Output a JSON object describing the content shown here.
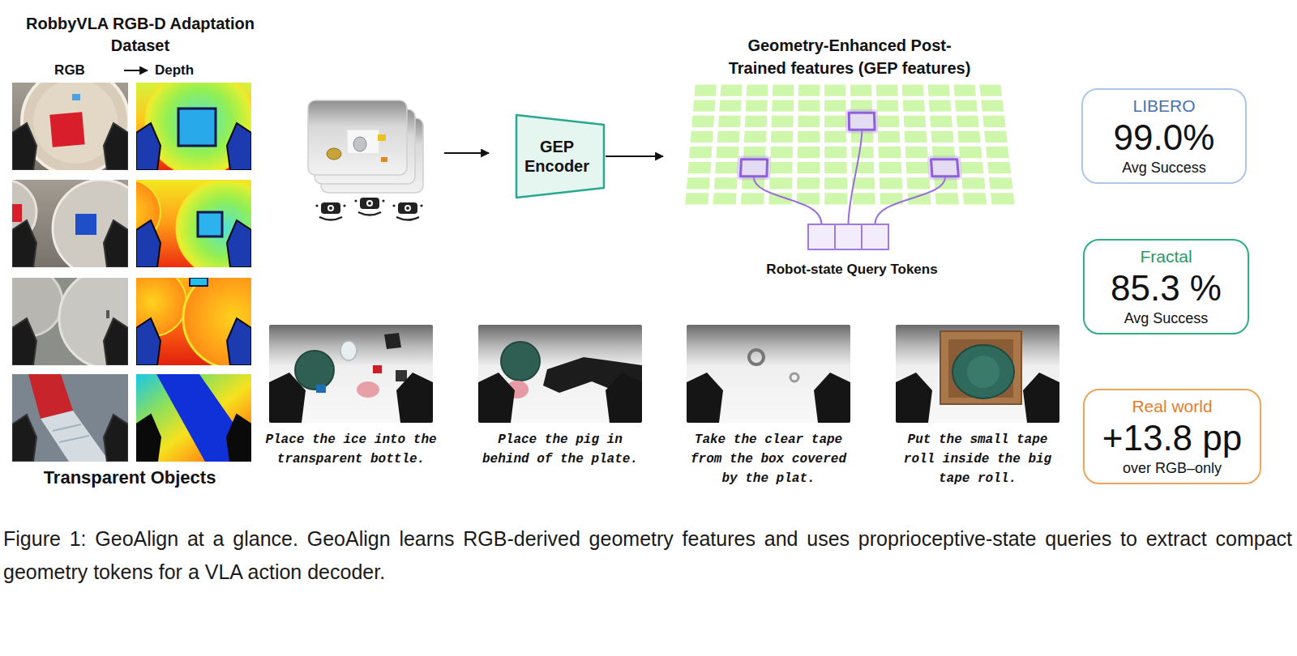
{
  "diagram": {
    "caption": "Figure 1: GeoAlign at a glance. GeoAlign learns RGB-derived geometry features and uses proprioceptive-state queries to extract compact geometry tokens for a VLA action decoder.",
    "nodes": [
      {
        "text": [
          "GEP Encoder"
        ]
      },
      {
        "text": [
          "Geometry-Enhanced Post-Trained features (GEP features)"
        ]
      },
      {
        "text": [
          "LIBERO",
          "99.0%",
          "Avg Success"
        ]
      },
      {
        "text": [
          "Fractal",
          "85.3 %",
          "Avg Success"
        ]
      },
      {
        "text": [
          "Real world",
          "+13.8 pp",
          "over RGB–only"
        ]
      }
    ],
    "edges": [
      {
        "from": 0,
        "to": 1,
        "arrow": "to"
      }
    ],
    "labels": [
      "RobbyVLA RGB-D Adaptation Dataset",
      "RGB",
      "Depth",
      "Transparent Objects",
      "Robot-state Query Tokens",
      "Place the ice into the transparent bottle.",
      "Place the pig in behind of the plate.",
      "Take the clear tape from the box covered by the plat.",
      "Put the small tape roll inside the big tape roll."
    ]
  }
}
